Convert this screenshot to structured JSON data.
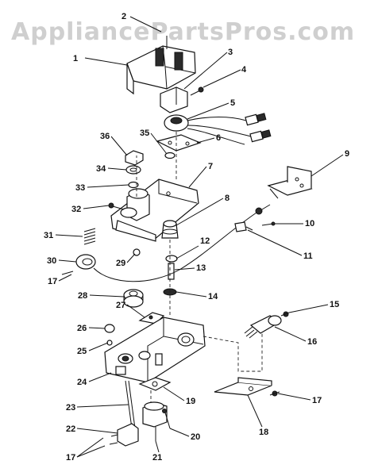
{
  "watermark": "AppliancePartsPros.com",
  "callouts": [
    {
      "id": "c1",
      "text": "1"
    },
    {
      "id": "c2",
      "text": "2"
    },
    {
      "id": "c3",
      "text": "3"
    },
    {
      "id": "c4",
      "text": "4"
    },
    {
      "id": "c5",
      "text": "5"
    },
    {
      "id": "c6",
      "text": "6"
    },
    {
      "id": "c7",
      "text": "7"
    },
    {
      "id": "c8",
      "text": "8"
    },
    {
      "id": "c9",
      "text": "9"
    },
    {
      "id": "c10",
      "text": "10"
    },
    {
      "id": "c11",
      "text": "11"
    },
    {
      "id": "c12",
      "text": "12"
    },
    {
      "id": "c13",
      "text": "13"
    },
    {
      "id": "c14",
      "text": "14"
    },
    {
      "id": "c15",
      "text": "15"
    },
    {
      "id": "c16",
      "text": "16"
    },
    {
      "id": "c17a",
      "text": "17"
    },
    {
      "id": "c17b",
      "text": "17"
    },
    {
      "id": "c17c",
      "text": "17"
    },
    {
      "id": "c18",
      "text": "18"
    },
    {
      "id": "c19",
      "text": "19"
    },
    {
      "id": "c20",
      "text": "20"
    },
    {
      "id": "c21",
      "text": "21"
    },
    {
      "id": "c22",
      "text": "22"
    },
    {
      "id": "c23",
      "text": "23"
    },
    {
      "id": "c24",
      "text": "24"
    },
    {
      "id": "c25",
      "text": "25"
    },
    {
      "id": "c26",
      "text": "26"
    },
    {
      "id": "c27",
      "text": "27"
    },
    {
      "id": "c28",
      "text": "28"
    },
    {
      "id": "c29",
      "text": "29"
    },
    {
      "id": "c30",
      "text": "30"
    },
    {
      "id": "c31",
      "text": "31"
    },
    {
      "id": "c32",
      "text": "32"
    },
    {
      "id": "c33",
      "text": "33"
    },
    {
      "id": "c34",
      "text": "34"
    },
    {
      "id": "c35",
      "text": "35"
    },
    {
      "id": "c36",
      "text": "36"
    }
  ]
}
